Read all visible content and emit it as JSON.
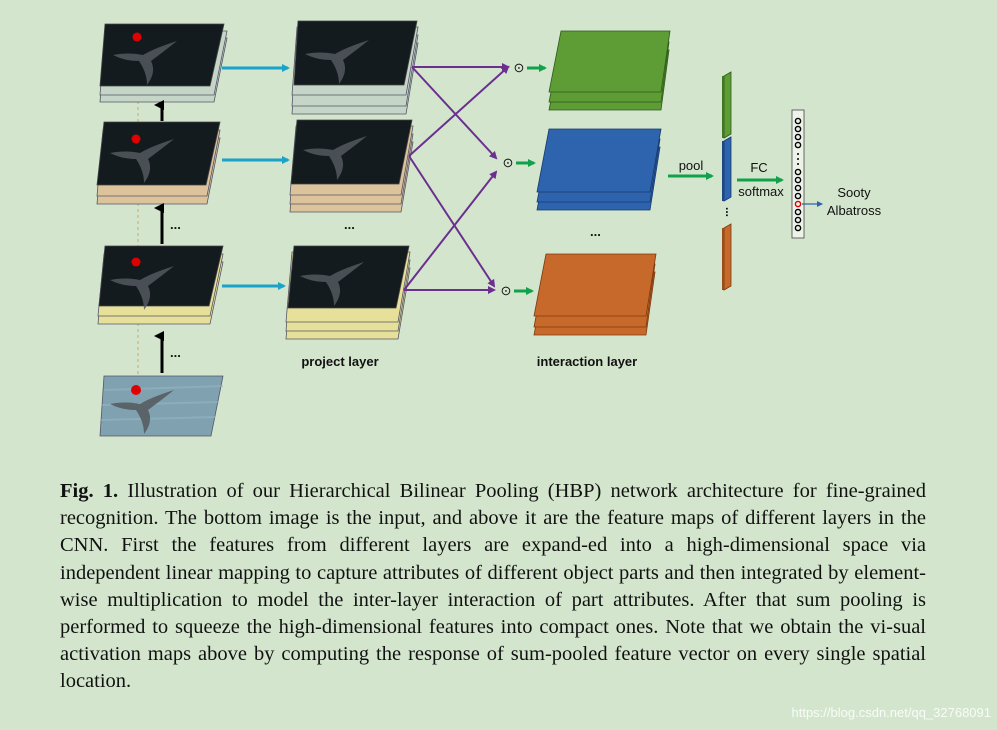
{
  "labels": {
    "dots_left_mid": "...",
    "dots_left_bottom": "...",
    "dots_project": "...",
    "dots_interaction": "...",
    "dots_vector": "...",
    "hadamard": "⊙",
    "pool": "pool",
    "fc": "FC",
    "softmax": "softmax",
    "class_line1": "Sooty",
    "class_line2": "Albatross",
    "project_layer": "project layer",
    "interaction_layer": "interaction layer"
  },
  "caption": {
    "fig_label": "Fig. 1.",
    "text": "Illustration of our Hierarchical Bilinear Pooling (HBP) network architecture for fine-grained recognition. The bottom image is the input, and above it are the feature maps of different layers in the CNN. First the features from different layers are expand-ed into a high-dimensional space via independent linear mapping to capture attributes of different object parts and then integrated by element-wise multiplication to model the inter-layer interaction of part attributes. After that sum pooling is performed to squeeze the high-dimensional features into compact ones. Note that we obtain the vi-sual activation maps above by computing the response of sum-pooled feature vector on every single spatial location."
  },
  "watermark": "https://blog.csdn.net/qq_32768091",
  "colors": {
    "background": "#d3e6cd",
    "arrow_blue": "#1aa3c9",
    "arrow_green": "#10a14a",
    "arrow_purple": "#6b2f8f",
    "block_green": "#5e9c35",
    "block_blue": "#2e63ad",
    "block_orange": "#c7692a",
    "layer1": "#c5d6c8",
    "layer2": "#dcc39b",
    "layer3": "#e6e09b",
    "map_dark": "#141b1f",
    "activation_red": "#e00000"
  }
}
